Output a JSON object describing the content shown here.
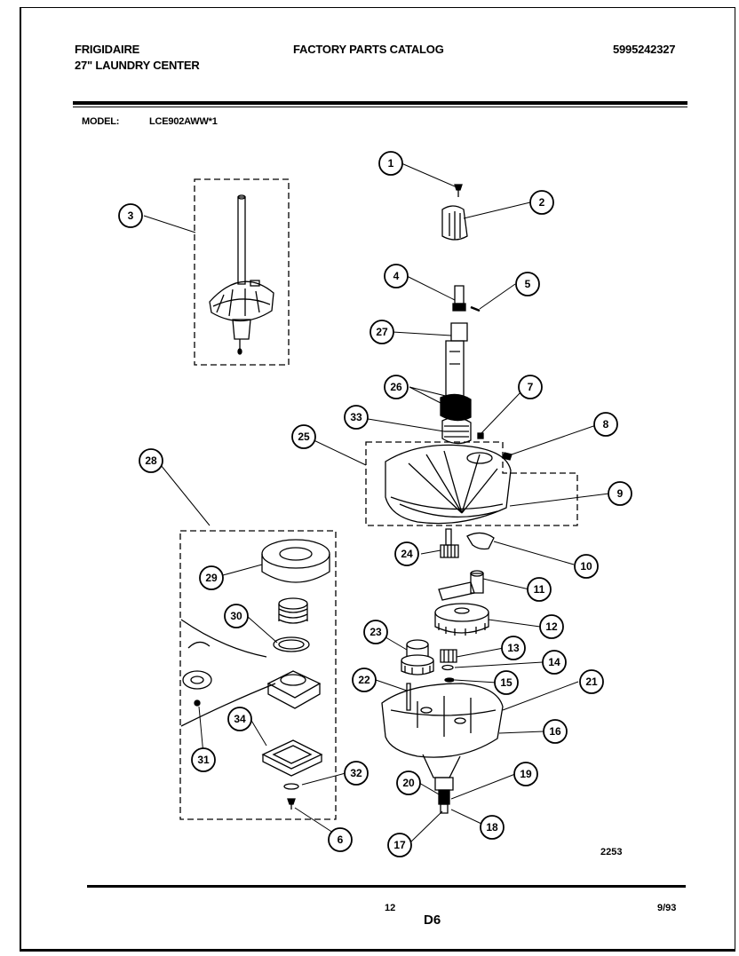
{
  "header": {
    "brand": "FRIGIDAIRE",
    "product": "27\" LAUNDRY CENTER",
    "catalog_title": "FACTORY PARTS CATALOG",
    "catalog_number": "5995242327"
  },
  "model": {
    "label": "MODEL:",
    "value": "LCE902AWW*1"
  },
  "diagram": {
    "callouts": [
      "1",
      "2",
      "3",
      "4",
      "5",
      "6",
      "7",
      "8",
      "9",
      "10",
      "11",
      "12",
      "13",
      "14",
      "15",
      "16",
      "17",
      "18",
      "19",
      "20",
      "21",
      "22",
      "23",
      "24",
      "25",
      "26",
      "27",
      "28",
      "29",
      "30",
      "31",
      "32",
      "33",
      "34"
    ],
    "figure_number": "2253"
  },
  "footer": {
    "page_number": "12",
    "section": "D6",
    "date": "9/93"
  },
  "colors": {
    "ink": "#000000",
    "paper": "#ffffff"
  }
}
